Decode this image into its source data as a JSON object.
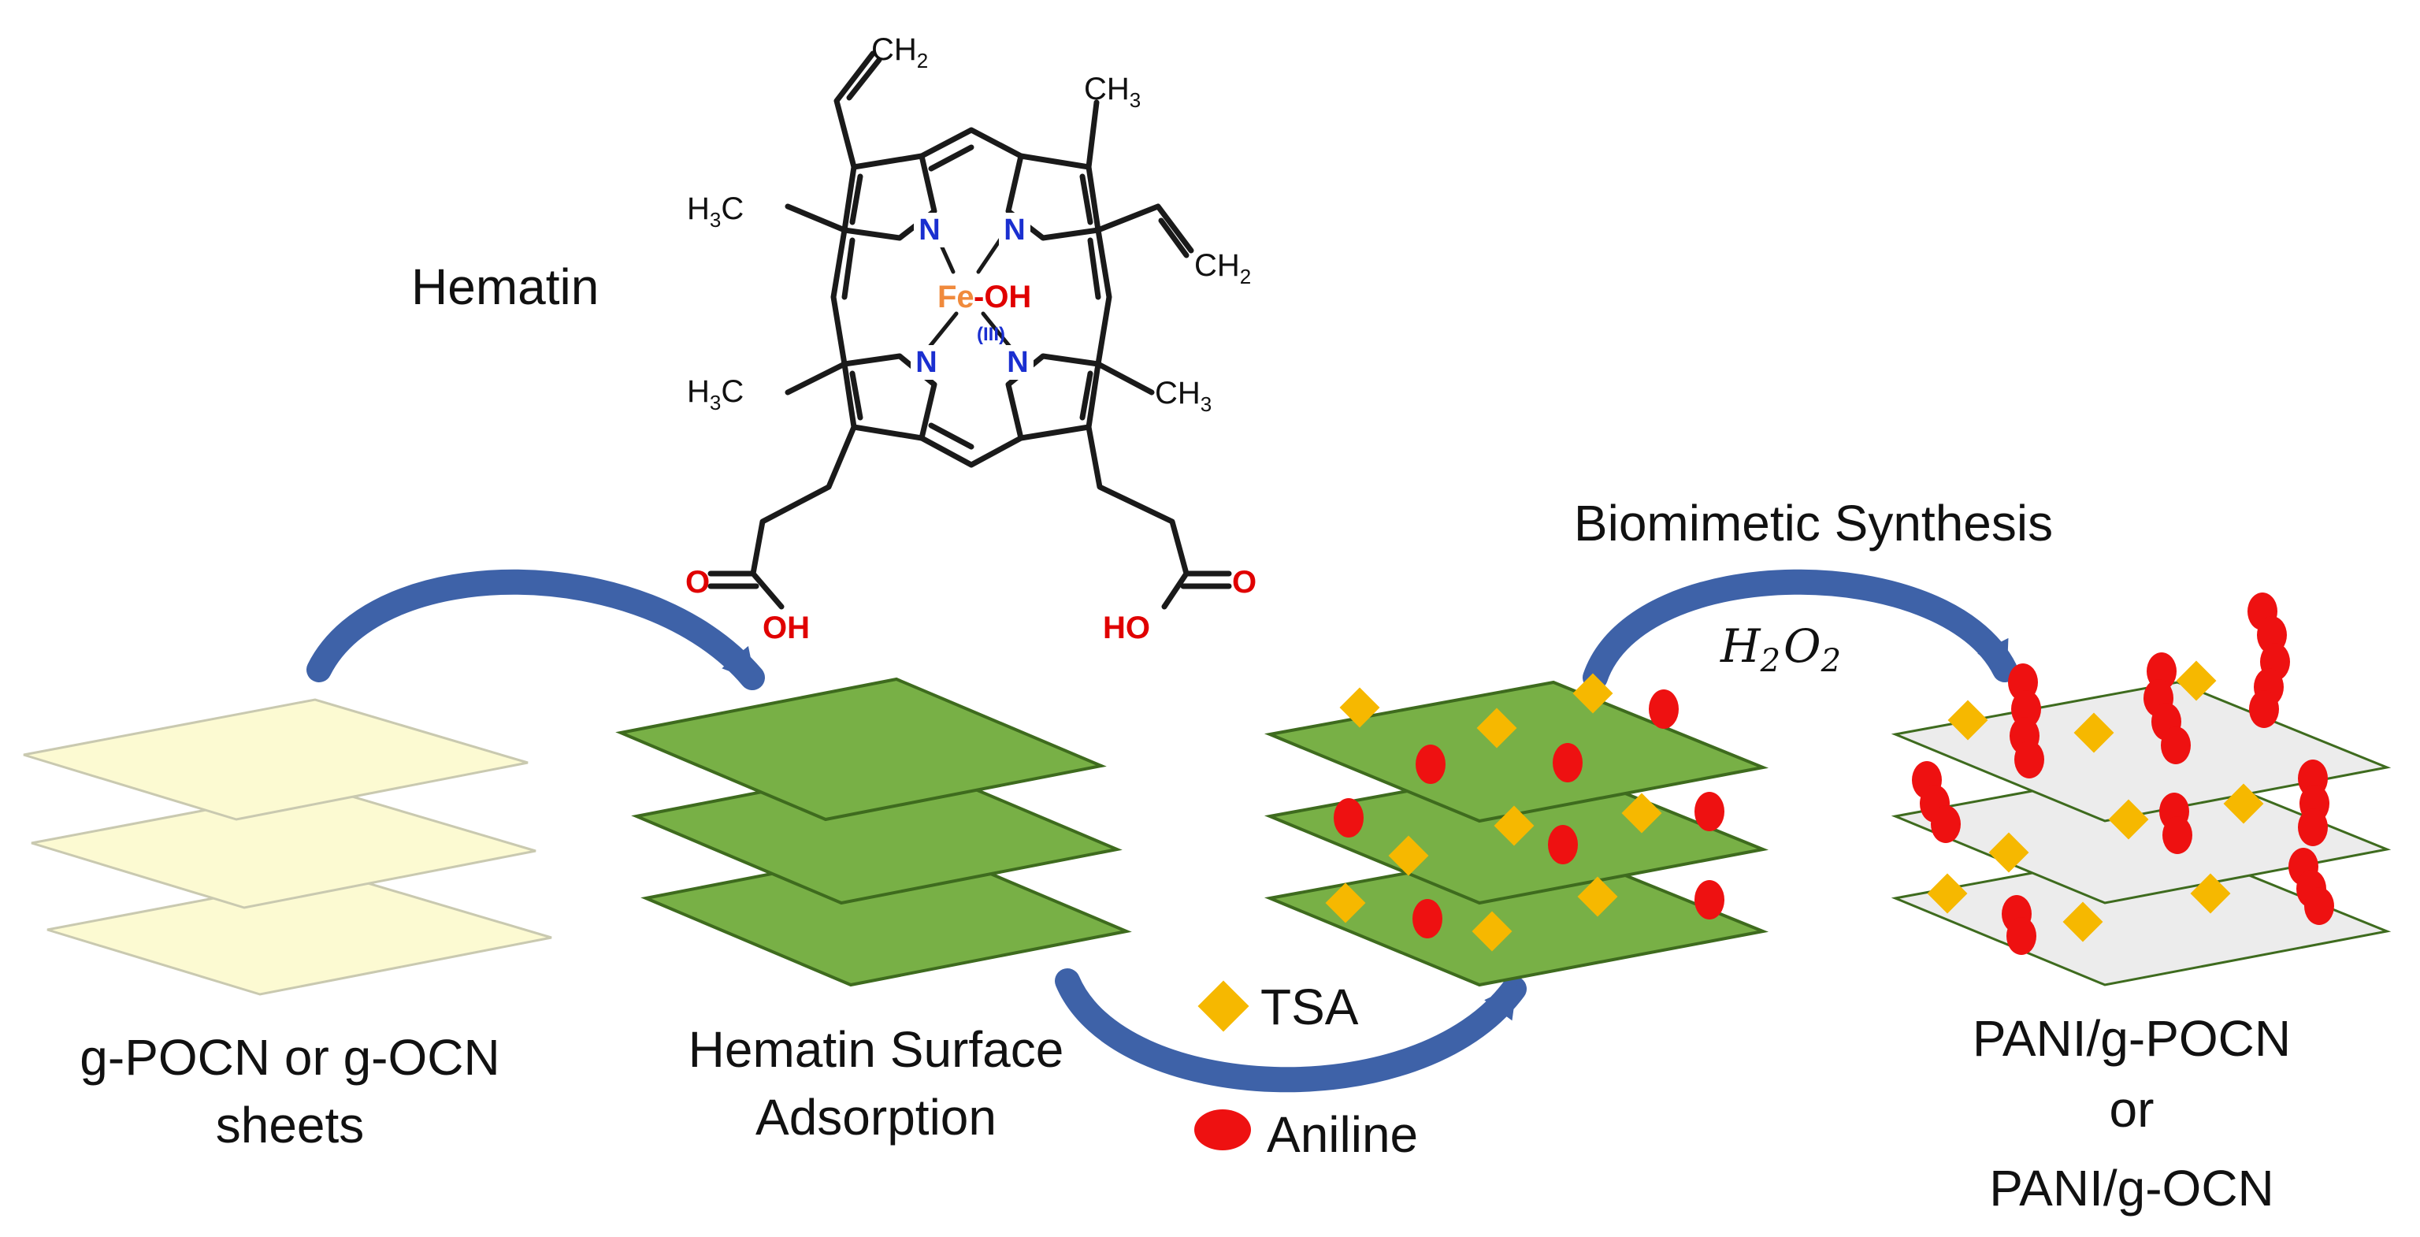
{
  "labels": {
    "hematin": "Hematin",
    "step1_line1": "g-POCN or g-OCN",
    "step1_line2": "sheets",
    "step2_line1": "Hematin Surface",
    "step2_line2": "Adsorption",
    "legend_tsa": "TSA",
    "legend_aniline": "Aniline",
    "biomimetic": "Biomimetic Synthesis",
    "reagent_h": "H",
    "reagent_o": "O",
    "reagent_sub": "2",
    "product_line1": "PANI/g-POCN",
    "product_line2": "or",
    "product_line3": "PANI/g-OCN"
  },
  "molecule": {
    "ch2": "CH",
    "ch3": "CH",
    "h3c": "H",
    "c": "C",
    "sub2": "2",
    "sub3": "3",
    "n": "N",
    "fe": "Fe",
    "oh": "-OH",
    "oxidation": "(III)",
    "o": "O",
    "oh_acid": "OH",
    "ho_acid": "HO"
  },
  "colors": {
    "sheet_plain": "#fcfad2",
    "sheet_hematin": "#78b046",
    "sheet_product": "#ececec",
    "sheet_edge": "#3e6b1e",
    "arrow": "#3e62a8",
    "tsa": "#f6b800",
    "aniline": "#ee1111",
    "nitrogen": "#1a2fd0",
    "iron": "#f08a3c",
    "oxygen": "#e00000",
    "bond": "#1a1a1a"
  }
}
